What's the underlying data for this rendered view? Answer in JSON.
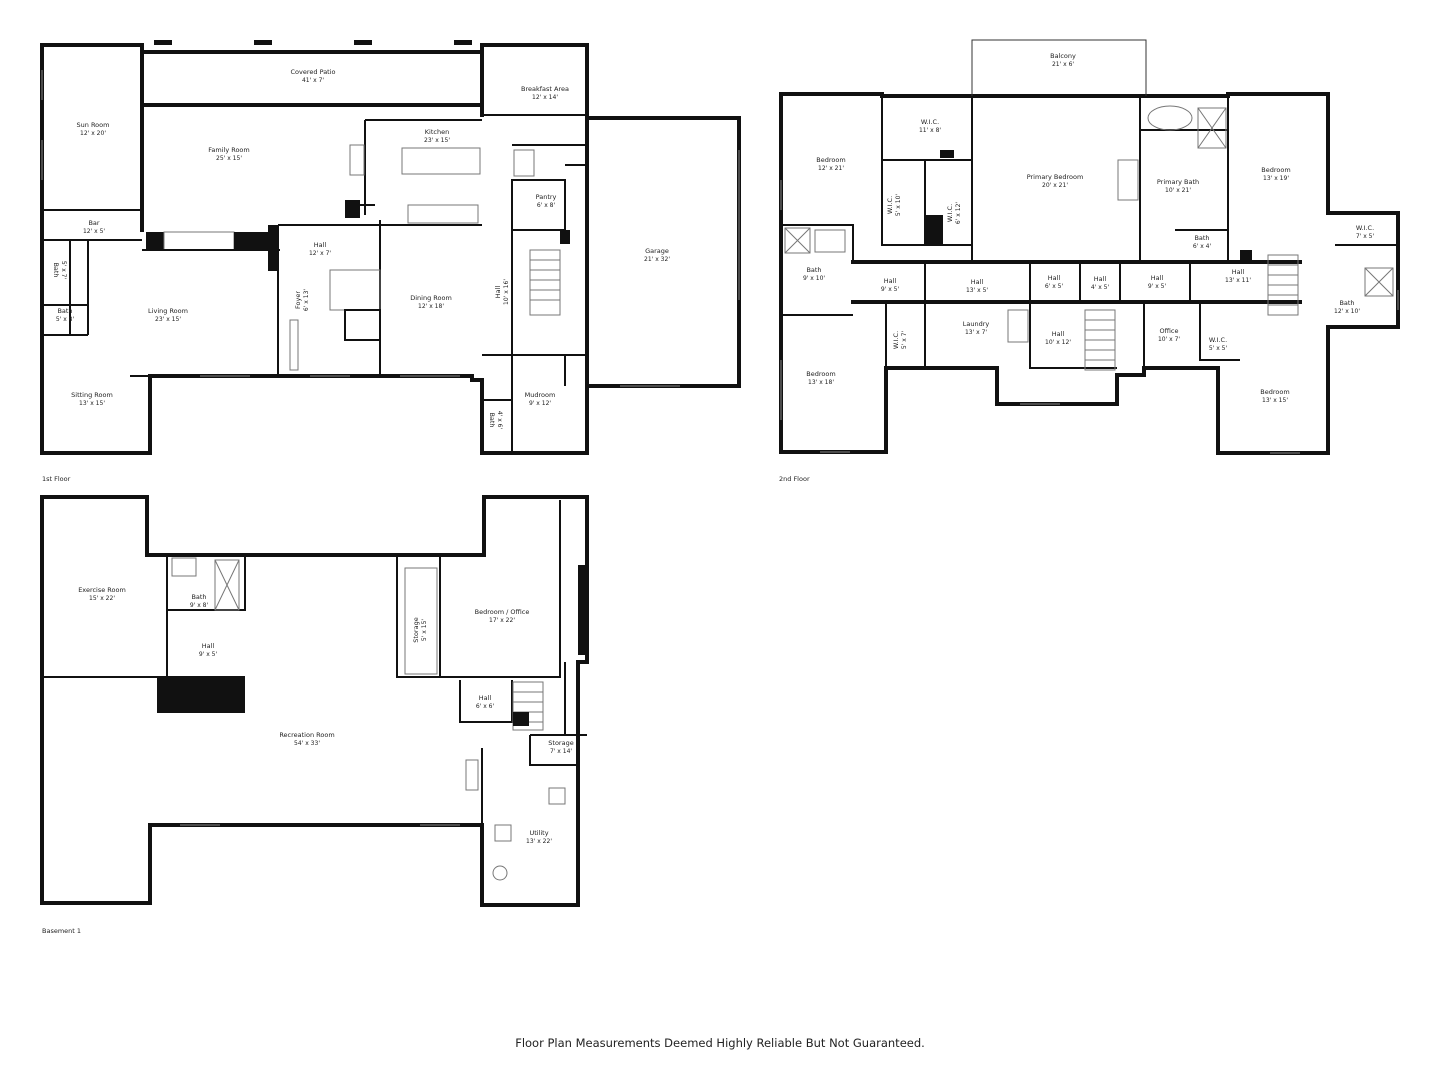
{
  "floors": [
    {
      "name": "1st Floor",
      "rooms": [
        {
          "name": "Covered Patio",
          "dims": "41' x 7'"
        },
        {
          "name": "Sun Room",
          "dims": "12' x 20'"
        },
        {
          "name": "Family Room",
          "dims": "25' x 15'"
        },
        {
          "name": "Kitchen",
          "dims": "23' x 15'"
        },
        {
          "name": "Breakfast Area",
          "dims": "12' x 14'"
        },
        {
          "name": "Pantry",
          "dims": "6' x 8'"
        },
        {
          "name": "Garage",
          "dims": "21' x 32'"
        },
        {
          "name": "Bar",
          "dims": "12' x 5'"
        },
        {
          "name": "Hall",
          "dims": "12' x 7'"
        },
        {
          "name": "Bath",
          "dims": "5' x 7'"
        },
        {
          "name": "Bath",
          "dims": "5' x 8'"
        },
        {
          "name": "Living Room",
          "dims": "23' x 15'"
        },
        {
          "name": "Foyer",
          "dims": "6' x 13'"
        },
        {
          "name": "Dining Room",
          "dims": "12' x 18'"
        },
        {
          "name": "Hall",
          "dims": "10' x 16'"
        },
        {
          "name": "Sitting Room",
          "dims": "13' x 15'"
        },
        {
          "name": "Mudroom",
          "dims": "9' x 12'"
        },
        {
          "name": "Bath",
          "dims": "4' x 6'"
        }
      ]
    },
    {
      "name": "2nd Floor",
      "rooms": [
        {
          "name": "Balcony",
          "dims": "21' x 6'"
        },
        {
          "name": "W.I.C.",
          "dims": "11' x 8'"
        },
        {
          "name": "Bedroom",
          "dims": "12' x 21'"
        },
        {
          "name": "Primary Bedroom",
          "dims": "20' x 21'"
        },
        {
          "name": "Primary Bath",
          "dims": "10' x 21'"
        },
        {
          "name": "Bedroom",
          "dims": "13' x 19'"
        },
        {
          "name": "W.I.C.",
          "dims": "5' x 10'"
        },
        {
          "name": "W.I.C.",
          "dims": "6' x 12'"
        },
        {
          "name": "Bath",
          "dims": "6' x 4'"
        },
        {
          "name": "W.I.C.",
          "dims": "7' x 5'"
        },
        {
          "name": "Bath",
          "dims": "9' x 10'"
        },
        {
          "name": "Hall",
          "dims": "9' x 5'"
        },
        {
          "name": "Hall",
          "dims": "13' x 5'"
        },
        {
          "name": "Hall",
          "dims": "6' x 5'"
        },
        {
          "name": "Hall",
          "dims": "4' x 5'"
        },
        {
          "name": "Hall",
          "dims": "9' x 5'"
        },
        {
          "name": "Hall",
          "dims": "13' x 11'"
        },
        {
          "name": "Bath",
          "dims": "12' x 10'"
        },
        {
          "name": "W.I.C.",
          "dims": "5' x 7'"
        },
        {
          "name": "Laundry",
          "dims": "13' x 7'"
        },
        {
          "name": "Hall",
          "dims": "10' x 12'"
        },
        {
          "name": "Office",
          "dims": "10' x 7'"
        },
        {
          "name": "W.I.C.",
          "dims": "5' x 5'"
        },
        {
          "name": "Bedroom",
          "dims": "13' x 18'"
        },
        {
          "name": "Bedroom",
          "dims": "13' x 15'"
        }
      ]
    },
    {
      "name": "Basement 1",
      "rooms": [
        {
          "name": "Exercise Room",
          "dims": "15' x 22'"
        },
        {
          "name": "Bath",
          "dims": "9' x 8'"
        },
        {
          "name": "Hall",
          "dims": "9' x 5'"
        },
        {
          "name": "Storage",
          "dims": "5' x 15'"
        },
        {
          "name": "Bedroom / Office",
          "dims": "17' x 22'"
        },
        {
          "name": "Hall",
          "dims": "6' x 6'"
        },
        {
          "name": "Recreation Room",
          "dims": "54' x 33'"
        },
        {
          "name": "Storage",
          "dims": "7' x 14'"
        },
        {
          "name": "Utility",
          "dims": "13' x 22'"
        }
      ]
    }
  ],
  "disclaimer": "Floor Plan Measurements Deemed Highly Reliable But Not Guaranteed."
}
